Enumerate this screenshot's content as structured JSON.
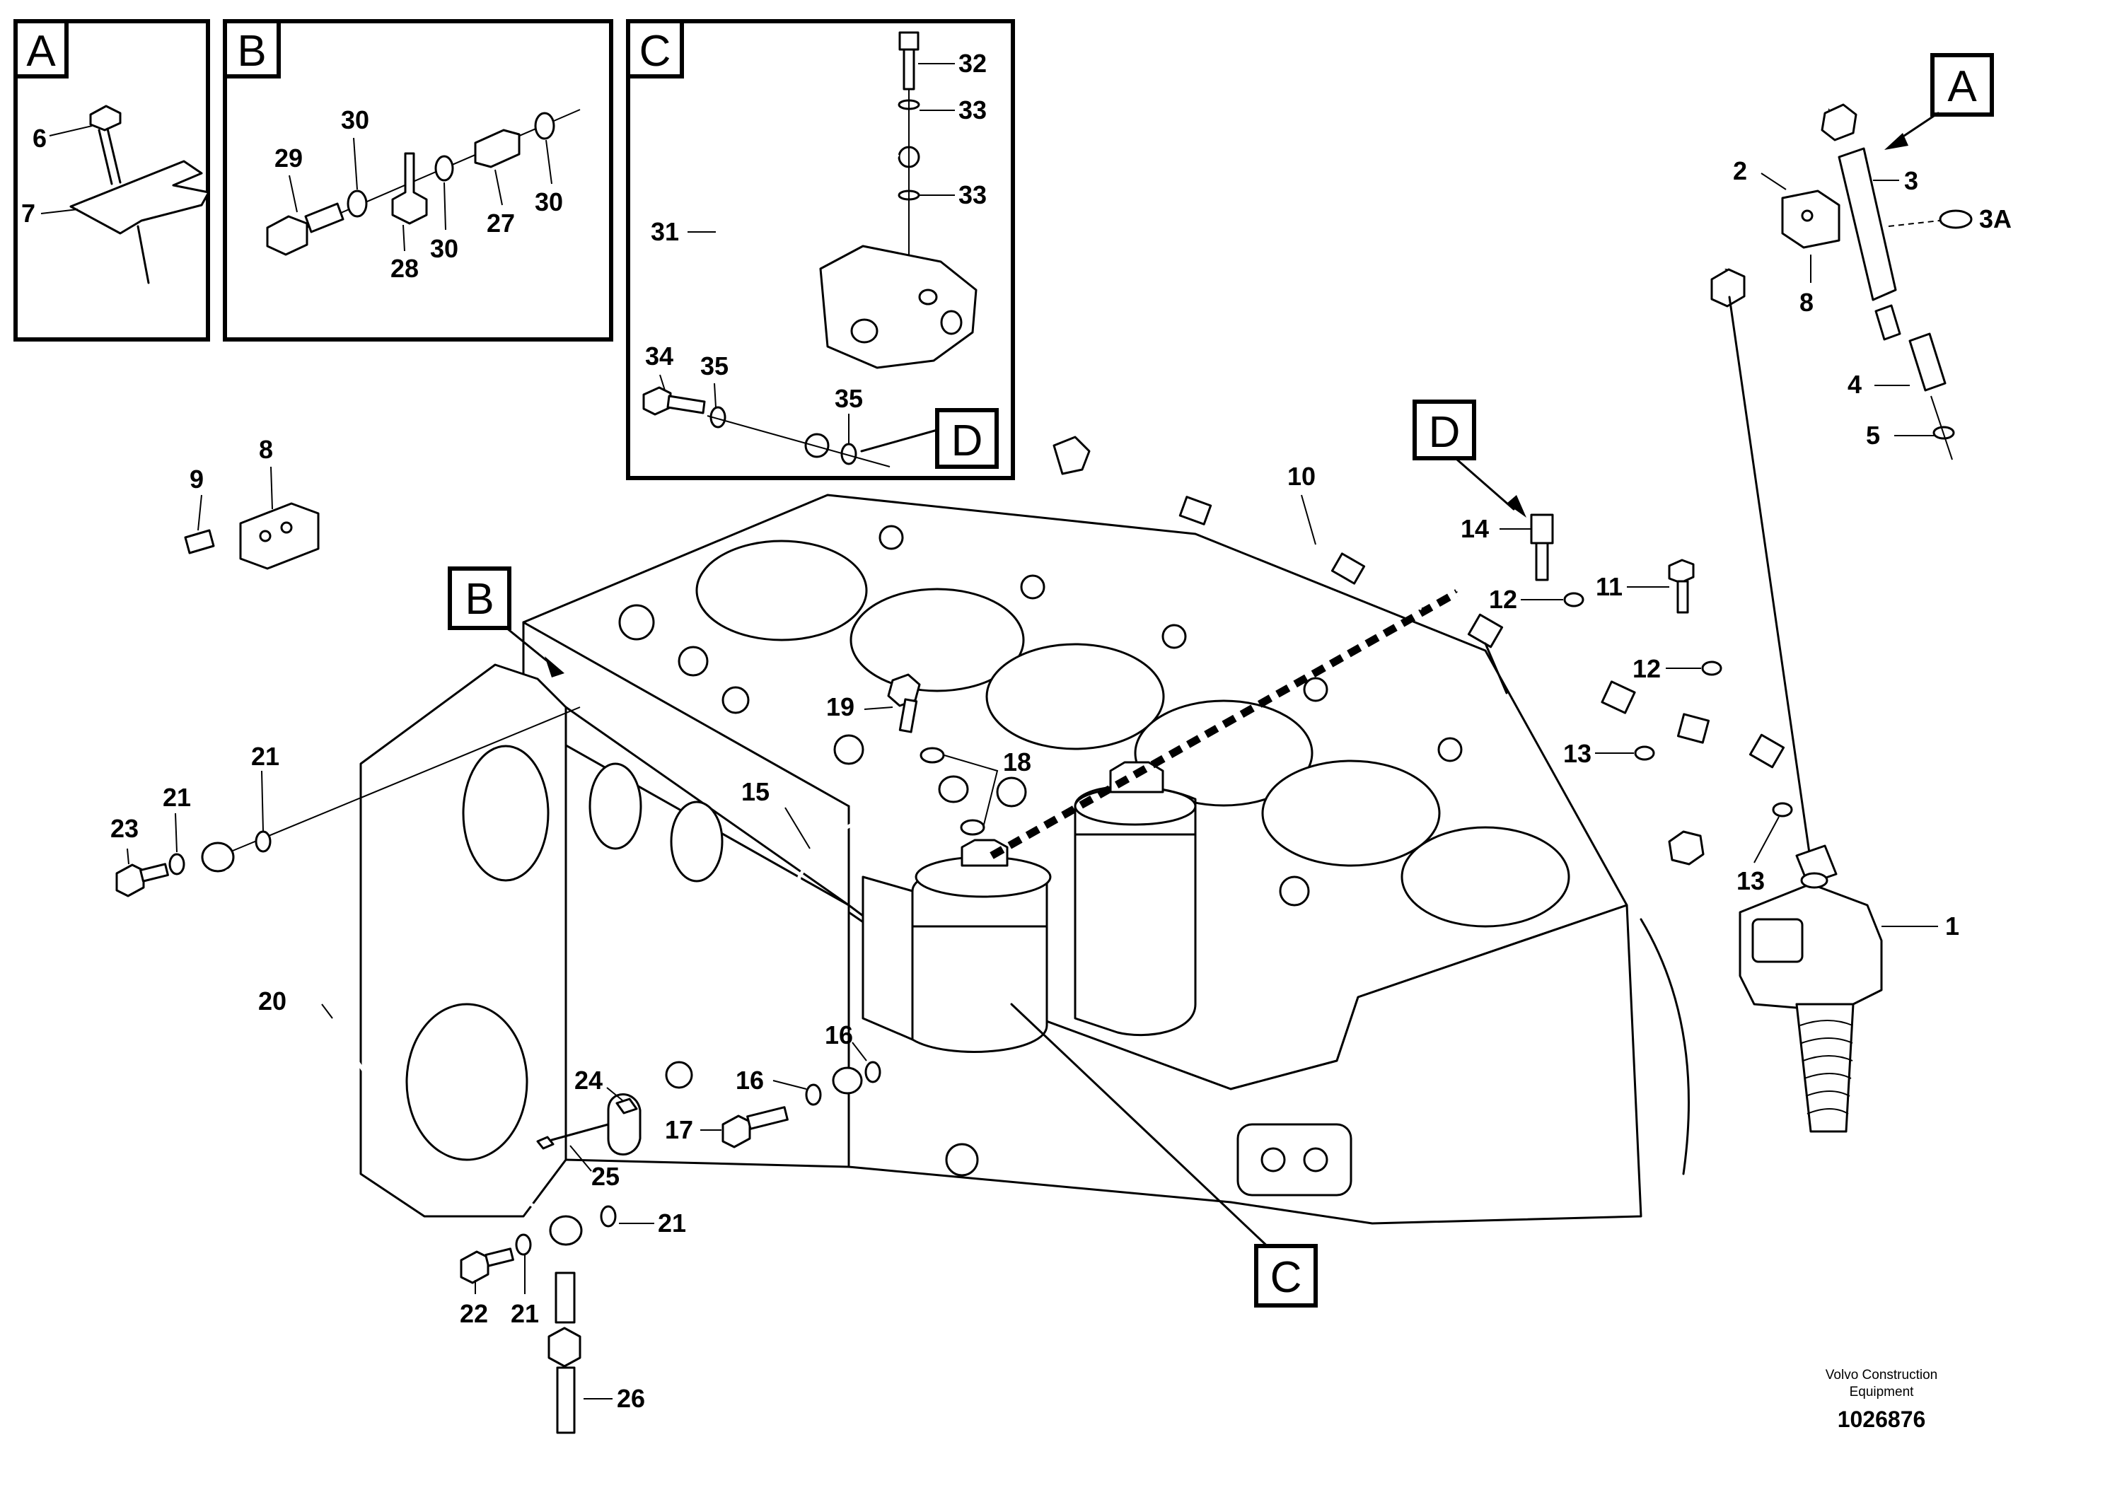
{
  "insets": [
    {
      "id": "A",
      "label": "A",
      "parts": [
        "6",
        "7"
      ]
    },
    {
      "id": "B",
      "label": "B",
      "parts": [
        "29",
        "30",
        "28",
        "30",
        "27",
        "30"
      ]
    },
    {
      "id": "C",
      "label": "C",
      "parts": [
        "32",
        "33",
        "33",
        "31",
        "34",
        "35",
        "35"
      ],
      "ref": "D"
    }
  ],
  "view_markers": [
    "A",
    "B",
    "C",
    "D"
  ],
  "callouts": [
    "1",
    "2",
    "3",
    "3A",
    "4",
    "5",
    "8",
    "9",
    "10",
    "11",
    "12",
    "13",
    "14",
    "15",
    "16",
    "17",
    "18",
    "19",
    "20",
    "21",
    "22",
    "23",
    "24",
    "25",
    "26"
  ],
  "labels": {
    "p1": "1",
    "p2": "2",
    "p3": "3",
    "p3a": "3A",
    "p4": "4",
    "p5": "5",
    "p6": "6",
    "p7": "7",
    "p8a": "8",
    "p8b": "8",
    "p9": "9",
    "p10": "10",
    "p11": "11",
    "p12a": "12",
    "p12b": "12",
    "p13a": "13",
    "p13b": "13",
    "p14": "14",
    "p15": "15",
    "p16a": "16",
    "p16b": "16",
    "p17": "17",
    "p18": "18",
    "p19": "19",
    "p20": "20",
    "p21a": "21",
    "p21b": "21",
    "p21c": "21",
    "p21d": "21",
    "p22": "22",
    "p23": "23",
    "p24": "24",
    "p25": "25",
    "p26": "26",
    "p27": "27",
    "p28": "28",
    "p29": "29",
    "p30a": "30",
    "p30b": "30",
    "p30c": "30",
    "p31": "31",
    "p32": "32",
    "p33a": "33",
    "p33b": "33",
    "p34": "34",
    "p35a": "35",
    "p35b": "35",
    "boxA1": "A",
    "boxB1": "B",
    "boxC1": "C",
    "boxD1": "D",
    "boxA2": "A",
    "boxB2": "B",
    "boxC2": "C",
    "boxD2": "D"
  },
  "footer": {
    "credit_line1": "Volvo Construction",
    "credit_line2": "Equipment",
    "doc_number": "1026876"
  }
}
